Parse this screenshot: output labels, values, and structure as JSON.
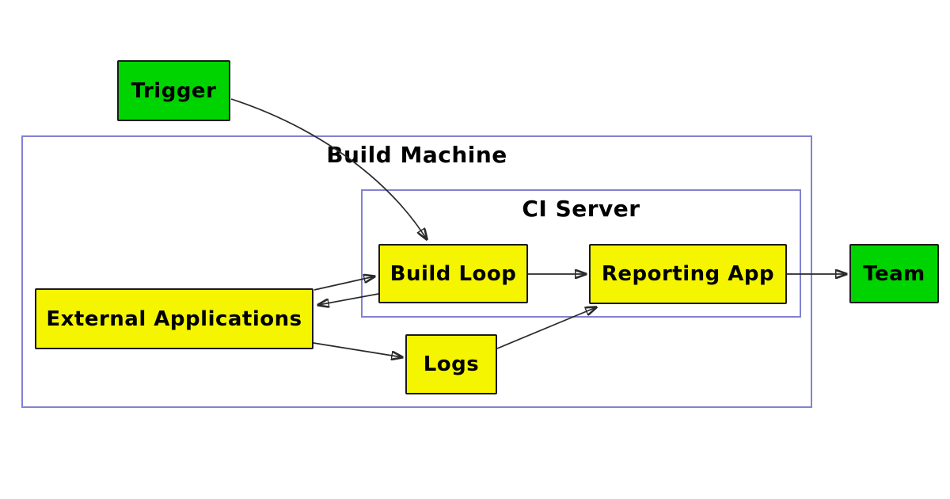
{
  "diagram": {
    "containers": [
      {
        "id": "build-machine",
        "label": "Build Machine"
      },
      {
        "id": "ci-server",
        "label": "CI Server"
      }
    ],
    "nodes": [
      {
        "id": "trigger",
        "label": "Trigger",
        "color": "green"
      },
      {
        "id": "build-loop",
        "label": "Build Loop",
        "color": "yellow",
        "inside": "ci-server"
      },
      {
        "id": "reporting-app",
        "label": "Reporting App",
        "color": "yellow",
        "inside": "ci-server"
      },
      {
        "id": "external-applications",
        "label": "External Applications",
        "color": "yellow",
        "inside": "build-machine"
      },
      {
        "id": "logs",
        "label": "Logs",
        "color": "yellow",
        "inside": "build-machine"
      },
      {
        "id": "team",
        "label": "Team",
        "color": "green"
      }
    ],
    "edges": [
      {
        "from": "trigger",
        "to": "build-loop",
        "style": "curved"
      },
      {
        "from": "build-loop",
        "to": "reporting-app",
        "style": "straight"
      },
      {
        "from": "reporting-app",
        "to": "team",
        "style": "straight"
      },
      {
        "from": "external-applications",
        "to": "build-loop",
        "style": "straight"
      },
      {
        "from": "build-loop",
        "to": "external-applications",
        "style": "straight"
      },
      {
        "from": "external-applications",
        "to": "logs",
        "style": "straight"
      },
      {
        "from": "logs",
        "to": "reporting-app",
        "style": "straight"
      }
    ],
    "colors": {
      "node_green": "#00d400",
      "node_yellow": "#f5f500",
      "container_border": "#8282d2",
      "node_border": "#1a1a1a",
      "edge": "#2a2a2a",
      "text": "#000000",
      "background": "#ffffff"
    }
  }
}
